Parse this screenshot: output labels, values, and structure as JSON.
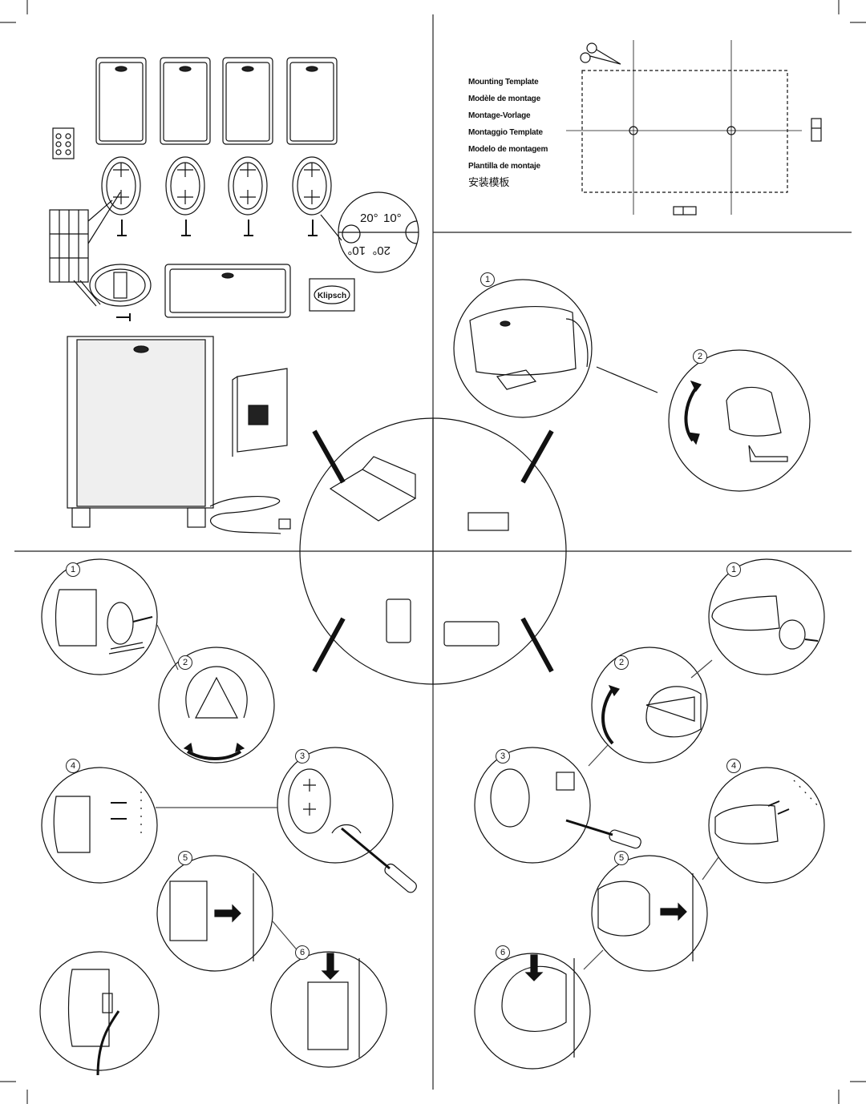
{
  "template": {
    "labels": [
      "Mounting Template",
      "Modèle de montage",
      "Montage-Vorlage",
      "Montaggio Template",
      "Modelo de montagem",
      "Plantilla de montaje",
      "安装模板"
    ]
  },
  "level_dial": {
    "top_left": "20°",
    "top_right": "10°",
    "bottom_left": "20°",
    "bottom_right": "10°"
  },
  "logo_text": "Klipsch",
  "steps": {
    "ctr_tab_1": "1",
    "ctr_tab_2": "2",
    "sat_1": "1",
    "sat_2": "2",
    "sat_3": "3",
    "sat_4": "4",
    "sat_5": "5",
    "sat_6": "6",
    "ctr_1": "1",
    "ctr_2": "2",
    "ctr_3": "3",
    "ctr_4": "4",
    "ctr_5": "5",
    "ctr_6": "6"
  },
  "colors": {
    "ink": "#111111",
    "paper": "#ffffff",
    "gray": "#777777"
  }
}
